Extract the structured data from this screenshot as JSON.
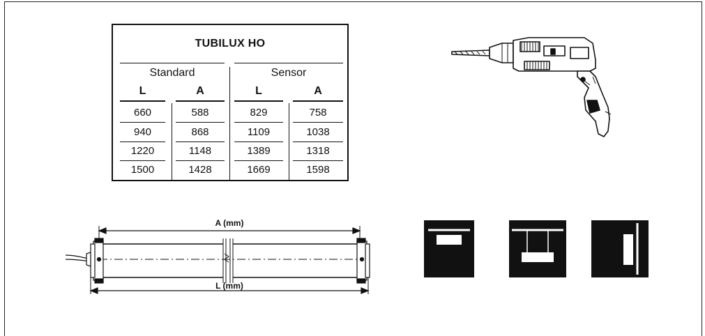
{
  "table": {
    "title": "TUBILUX HO",
    "groups": [
      "Standard",
      "Sensor"
    ],
    "columns": [
      "L",
      "A",
      "L",
      "A"
    ],
    "rows": [
      [
        "660",
        "588",
        "829",
        "758"
      ],
      [
        "940",
        "868",
        "1109",
        "1038"
      ],
      [
        "1220",
        "1148",
        "1389",
        "1318"
      ],
      [
        "1500",
        "1428",
        "1669",
        "1598"
      ]
    ]
  },
  "dimensions": {
    "a_label": "A (mm)",
    "l_label": "L (mm)"
  },
  "icons": {
    "drill": "drill-icon",
    "mount_1": "ceiling-surface-mount-icon",
    "mount_2": "suspended-mount-icon",
    "mount_3": "wall-mount-icon"
  }
}
